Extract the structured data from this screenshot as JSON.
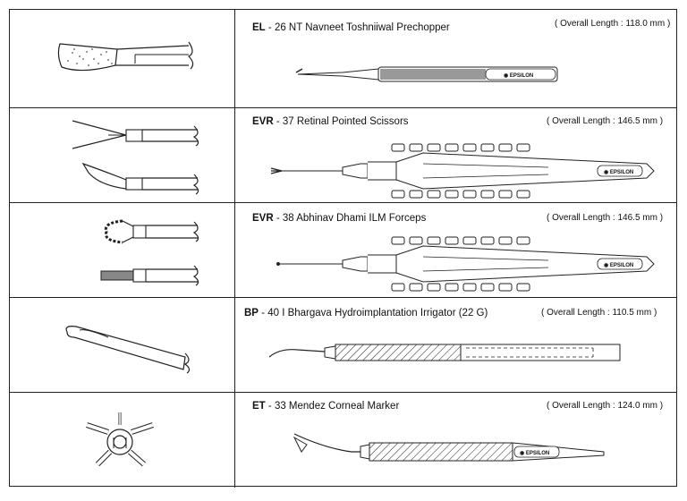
{
  "brand": "EPSILON",
  "instruments": [
    {
      "code": "EL",
      "name": "26 NT Navneet Toshniiwal Prechopper",
      "length": "( Overall Length : 118.0 mm )"
    },
    {
      "code": "EVR",
      "name": "37 Retinal Pointed Scissors",
      "length": "( Overall Length : 146.5 mm )"
    },
    {
      "code": "EVR",
      "name": "38 Abhinav Dhami ILM Forceps",
      "length": "( Overall Length : 146.5 mm )"
    },
    {
      "code": "BP",
      "name": "40 I Bhargava Hydroimplantation Irrigator (22 G)",
      "length": "( Overall Length : 110.5 mm )"
    },
    {
      "code": "ET",
      "name": "33 Mendez Corneal Marker",
      "length": "( Overall Length : 124.0 mm )"
    }
  ]
}
